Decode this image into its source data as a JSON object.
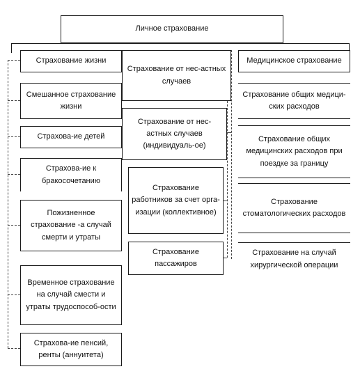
{
  "root": {
    "label": "Личное страхование"
  },
  "columns": [
    {
      "header": "Страхование жизни",
      "items": [
        "Смешанное страхование жизни",
        "Страхова-ие детей",
        "Страхова-ие к бракосочетанию",
        "Пожизненное страхование -а случай смерти и утраты",
        "Временное страхование на случай смести и утраты трудоспособ-ости",
        "Страхова-ие пенсий, ренты (аннуитета)"
      ]
    },
    {
      "header": "Страхование от нес-астных случаев",
      "items": [
        "Страхование от нес-астных случаев (индивидуаль-ое)",
        "Страхование работников за счет орга-изации (коллективное)",
        "Страхование пассажиров"
      ]
    },
    {
      "header": "Медицинское страхование",
      "items": [
        "Страхование общих медици-ских расходов",
        "Страхование общих медицинских расходов при поездке за границу",
        "Страхование стоматологических расходов",
        "Страхование на случай хирургической операции"
      ]
    }
  ]
}
